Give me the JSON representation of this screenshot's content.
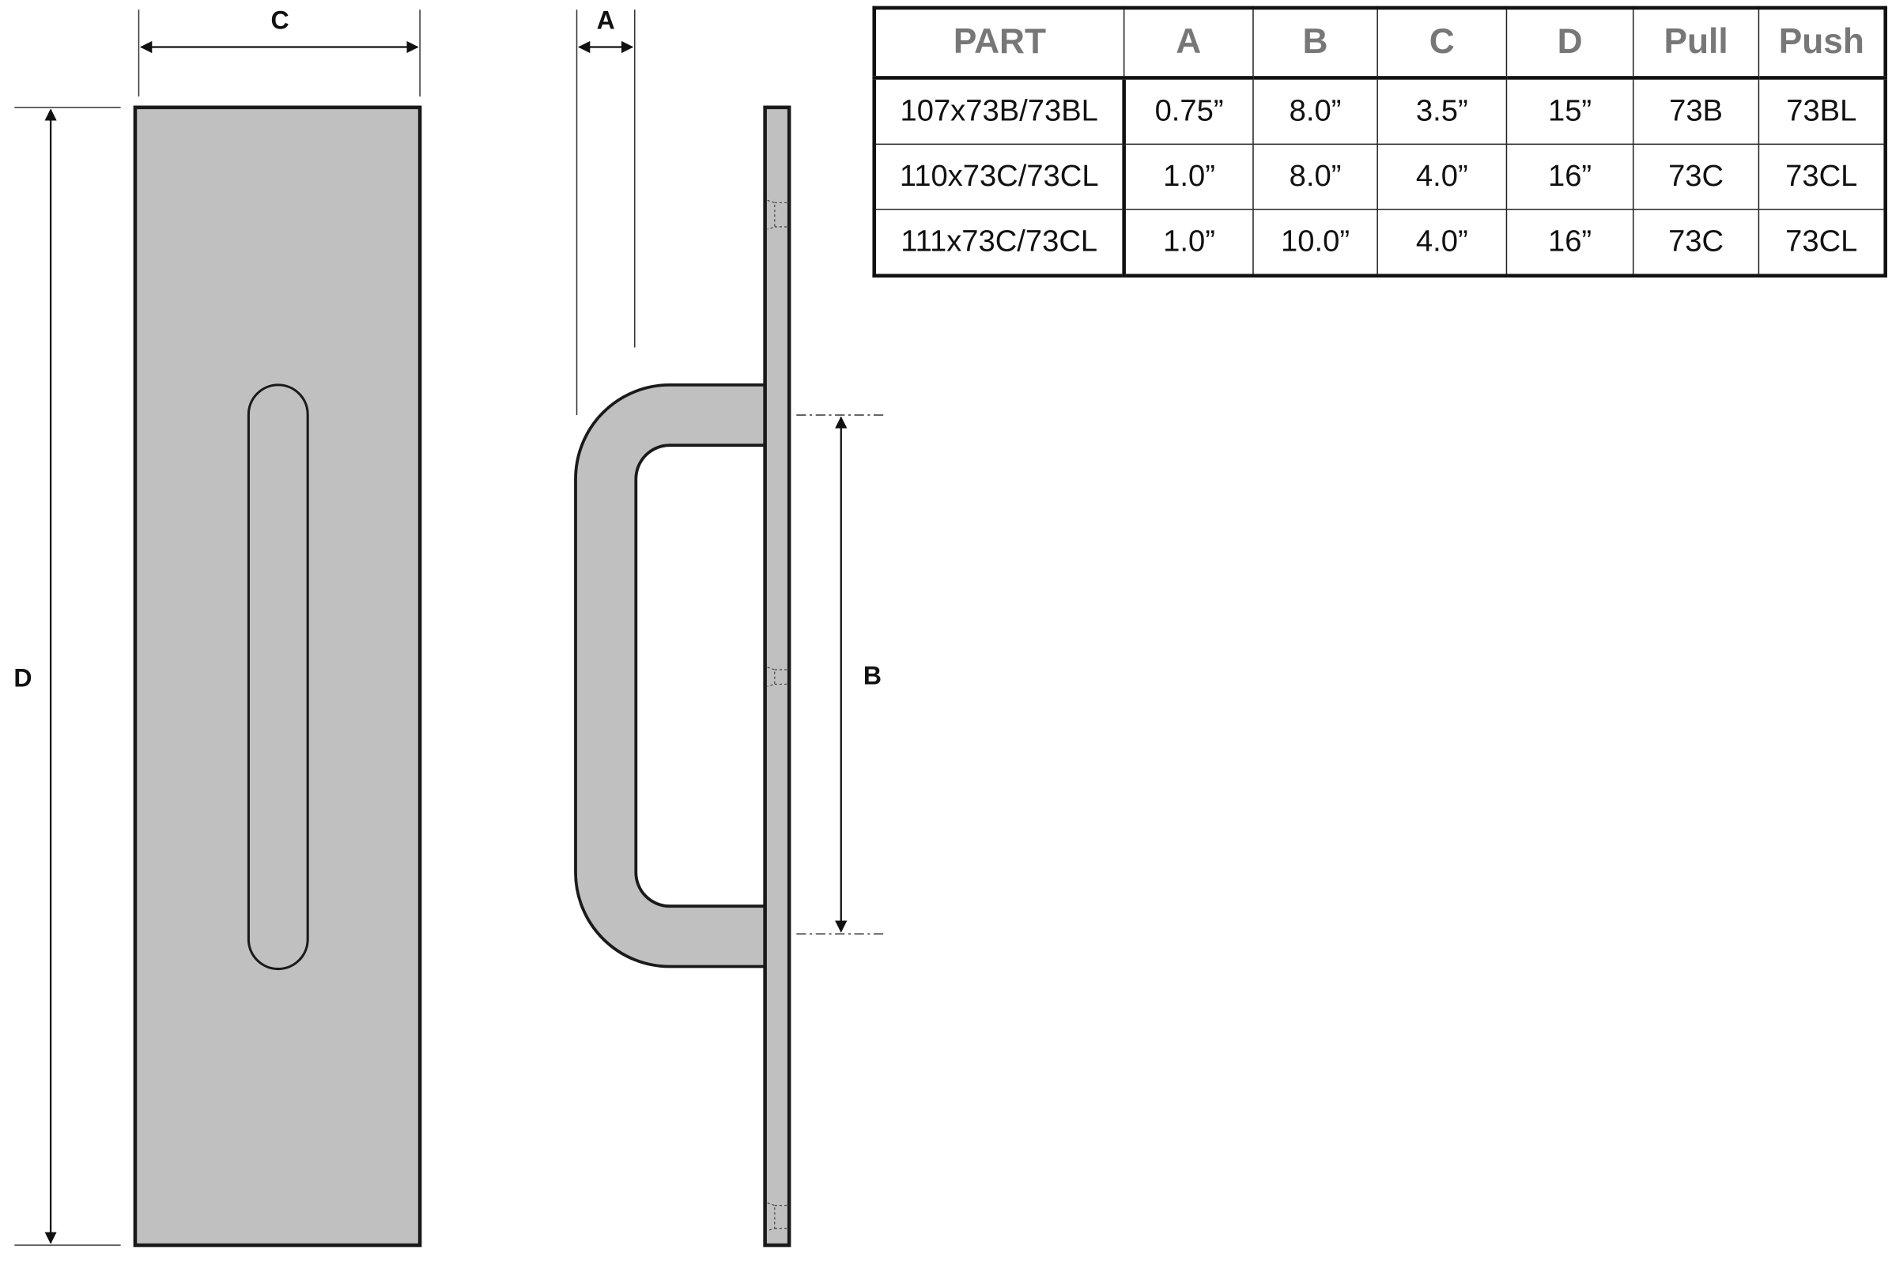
{
  "colors": {
    "fill": "#c0c0c0",
    "stroke": "#1a1a1a",
    "header_text": "#777777"
  },
  "dimensions": {
    "c": "C",
    "a": "A",
    "d": "D",
    "b": "B"
  },
  "table": {
    "headers": [
      "PART",
      "A",
      "B",
      "C",
      "D",
      "Pull",
      "Push"
    ],
    "rows": [
      [
        "107x73B/73BL",
        "0.75”",
        "8.0”",
        "3.5”",
        "15”",
        "73B",
        "73BL"
      ],
      [
        "110x73C/73CL",
        "1.0”",
        "8.0”",
        "4.0”",
        "16”",
        "73C",
        "73CL"
      ],
      [
        "111x73C/73CL",
        "1.0”",
        "10.0”",
        "4.0”",
        "16”",
        "73C",
        "73CL"
      ]
    ]
  }
}
